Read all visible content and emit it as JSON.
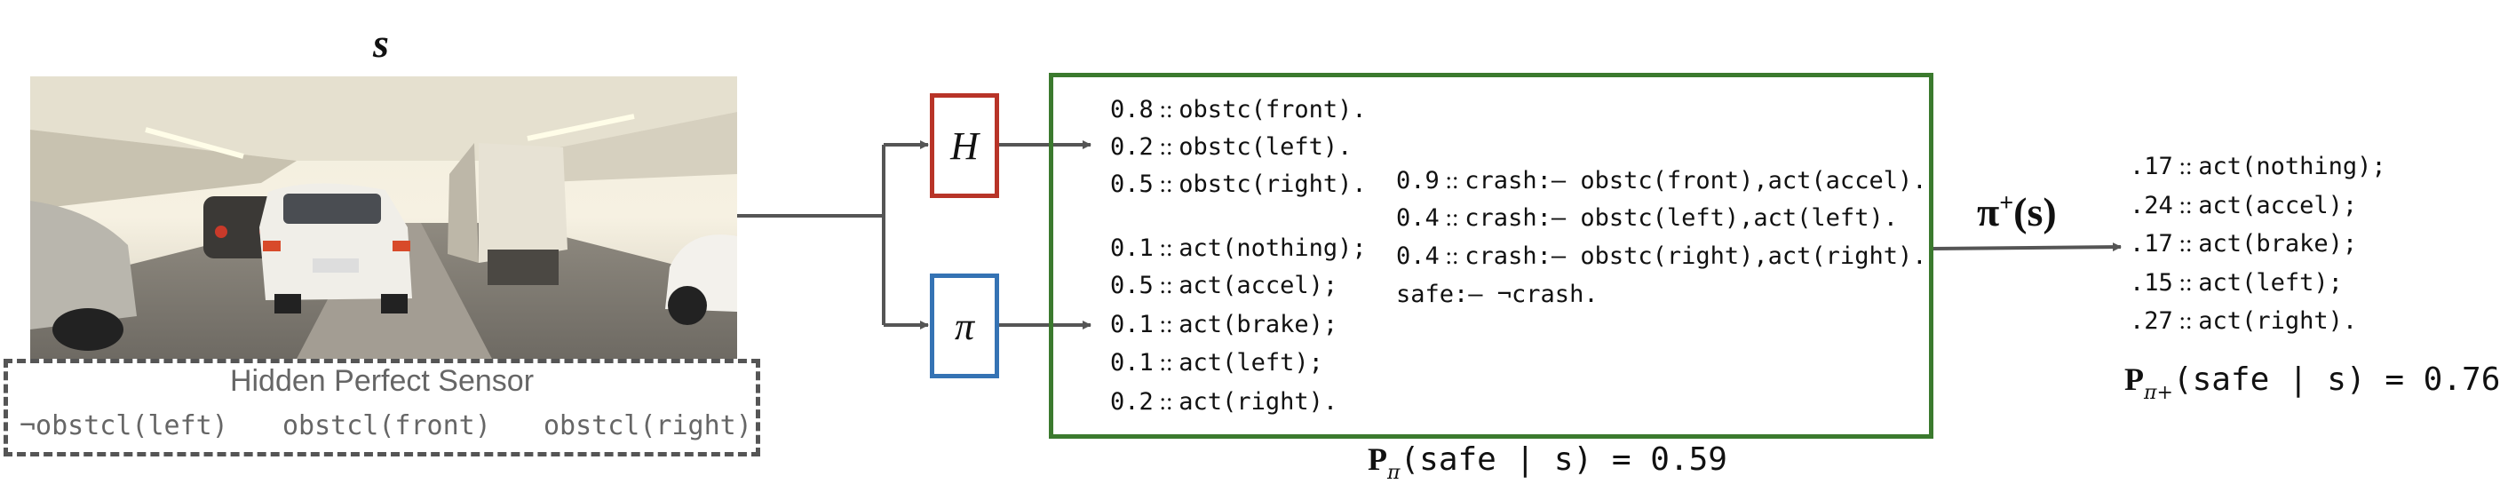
{
  "scene": {
    "title": "s",
    "image": "highway tunnel traffic scene"
  },
  "sensor": {
    "title": "Hidden Perfect Sensor",
    "items": [
      "¬obstcl(left)",
      "obstcl(front)",
      "obstcl(right)"
    ]
  },
  "nodes": {
    "h": "H",
    "pi": "π"
  },
  "program": {
    "obstacle_facts": [
      {
        "p": "0.8",
        "term": "obstc(front)."
      },
      {
        "p": "0.2",
        "term": "obstc(left)."
      },
      {
        "p": "0.5",
        "term": "obstc(right)."
      }
    ],
    "action_facts": [
      {
        "p": "0.1",
        "term": "act(nothing);"
      },
      {
        "p": "0.5",
        "term": "act(accel);"
      },
      {
        "p": "0.1",
        "term": "act(brake);"
      },
      {
        "p": "0.1",
        "term": "act(left);"
      },
      {
        "p": "0.2",
        "term": "act(right)."
      }
    ],
    "rules": [
      {
        "p": "0.9",
        "term": "crash:– obstc(front),act(accel)."
      },
      {
        "p": "0.4",
        "term": "crash:– obstc(left),act(left)."
      },
      {
        "p": "0.4",
        "term": "crash:– obstc(right),act(right)."
      }
    ],
    "safe_rule": "safe:– ¬crash.",
    "prob_label": "P",
    "prob_sub": "π",
    "prob_expr": "(safe | s) = 0.59"
  },
  "output": {
    "label": "π",
    "label_sup": "+",
    "label_arg": "(s)",
    "actions": [
      {
        "p": ".17",
        "term": "act(nothing);"
      },
      {
        "p": ".24",
        "term": "act(accel);"
      },
      {
        "p": ".17",
        "term": "act(brake);"
      },
      {
        "p": ".15",
        "term": "act(left);"
      },
      {
        "p": ".27",
        "term": "act(right)."
      }
    ],
    "prob_label": "P",
    "prob_sub": "π+",
    "prob_expr": "(safe | s) = 0.76"
  },
  "colors": {
    "h_border": "#b83428",
    "pi_border": "#3573b4",
    "program_border": "#3b7a2e",
    "sensor_border": "#555555",
    "wire": "#555555"
  }
}
